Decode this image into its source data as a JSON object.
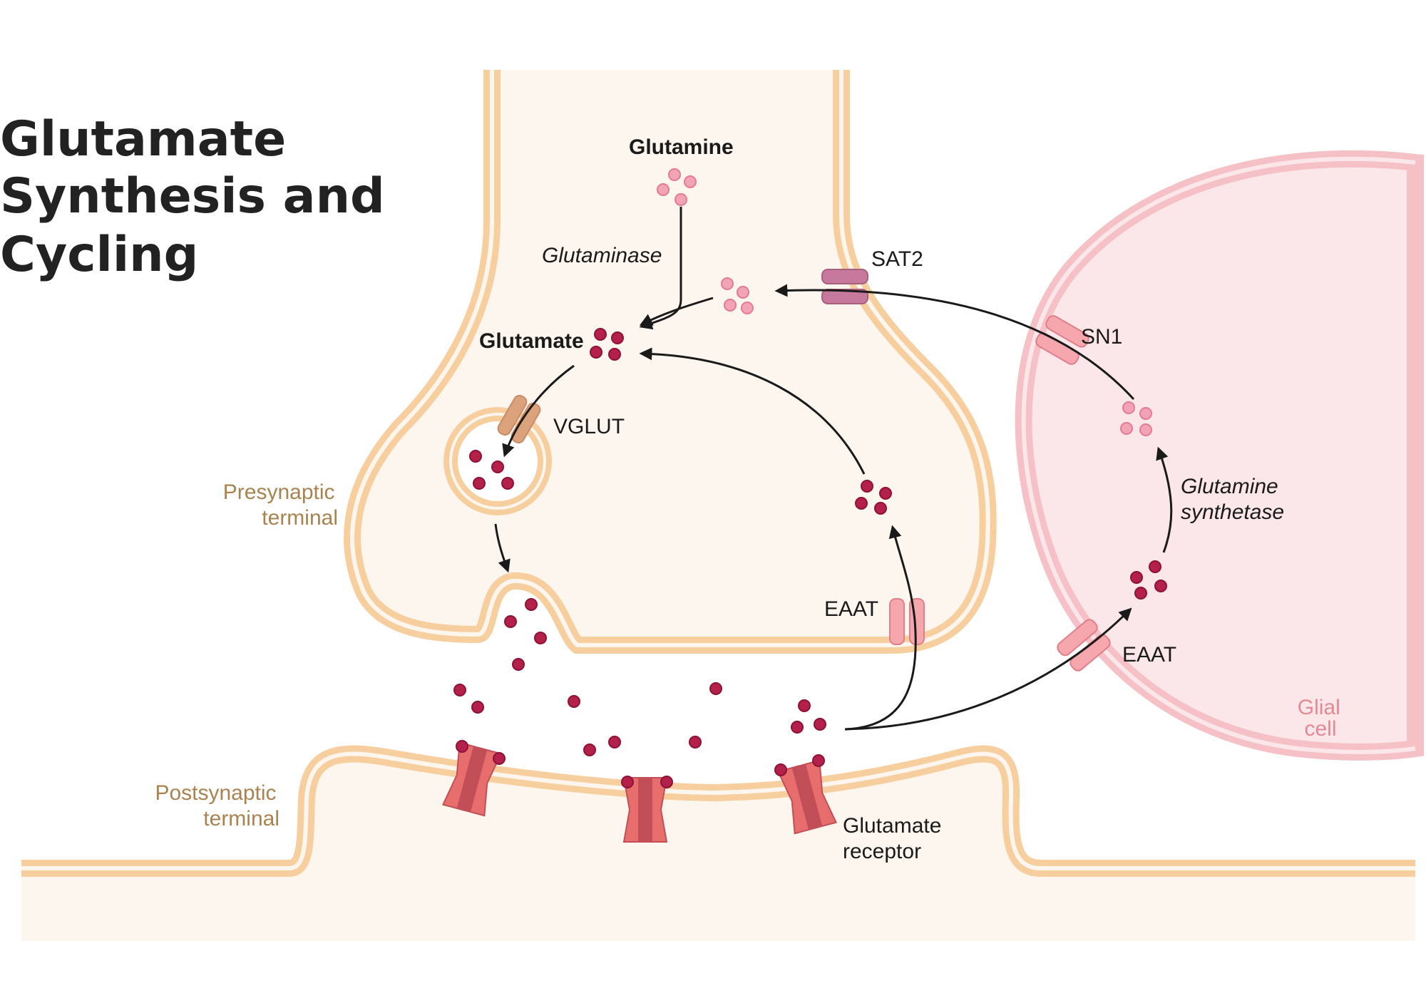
{
  "title": [
    "Glutamate",
    "Synthesis and",
    "Cycling"
  ],
  "labels": {
    "glutamine": "Glutamine",
    "glutaminase": "Glutaminase",
    "glutamate": "Glutamate",
    "sat2": "SAT2",
    "sn1": "SN1",
    "vglut": "VGLUT",
    "presynaptic": [
      "Presynaptic",
      "terminal"
    ],
    "postsynaptic": [
      "Postsynaptic",
      "terminal"
    ],
    "eaat_neuron": "EAAT",
    "eaat_glia": "EAAT",
    "glutamine_synthetase": [
      "Glutamine",
      "synthetase"
    ],
    "glial_cell": [
      "Glial",
      "cell"
    ],
    "glutamate_receptor": [
      "Glutamate",
      "receptor"
    ]
  },
  "colors": {
    "membrane": "#f7cf9f",
    "cytoplasm": "#fdf6ef",
    "glia_membrane": "#f5c0c6",
    "glia_fill": "#fbe7e9",
    "glutamate_dot": "#b3204a",
    "glutamine_dot": "#f3a3b6",
    "receptor": "#e86e6e",
    "vglut": "#dca27c",
    "sat2": "#c6799c",
    "transporter": "#f5a7ad"
  }
}
